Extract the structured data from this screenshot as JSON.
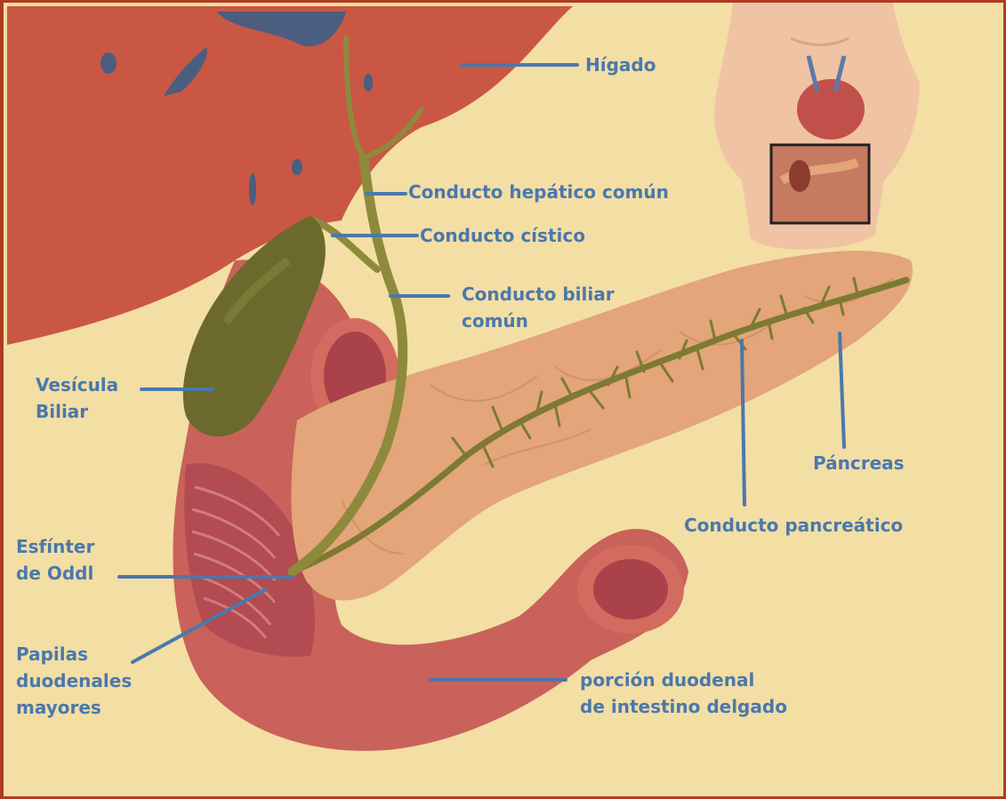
{
  "colors": {
    "background": "#f3dea4",
    "border": "#b03a22",
    "label_text": "#4a78ad",
    "leader_line": "#4a78ad",
    "liver": "#c95744",
    "gallbladder": "#6b6a2c",
    "duct": "#8e8a3c",
    "pancreas": "#e3a579",
    "duodenum": "#c8625a",
    "skin": "#f0c3a5"
  },
  "labels": {
    "higado": "Hígado",
    "conducto_hepatico": "Conducto hepático común",
    "conducto_cistico": "Conducto cístico",
    "conducto_biliar_1": "Conducto biliar",
    "conducto_biliar_2": "común",
    "vesicula_1": "Vesícula",
    "vesicula_2": "Biliar",
    "pancreas": "Páncreas",
    "conducto_pancreatico": "Conducto pancreático",
    "esfinter_1": "Esfínter",
    "esfinter_2": "de Oddl",
    "papilas_1": "Papilas",
    "papilas_2": "duodenales",
    "papilas_3": "mayores",
    "porcion_1": "porción duodenal",
    "porcion_2": "de intestino delgado"
  }
}
